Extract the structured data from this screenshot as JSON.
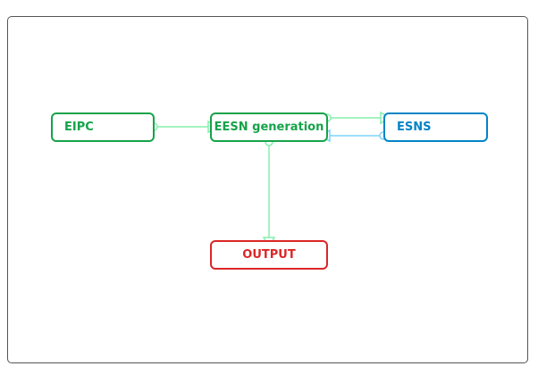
{
  "diagram": {
    "nodes": {
      "eipc": {
        "label": "EIPC",
        "color": "#16a34a"
      },
      "eesn": {
        "label": "EESN generation",
        "color": "#16a34a"
      },
      "esns": {
        "label": "ESNS",
        "color": "#0284c7"
      },
      "output": {
        "label": "OUTPUT",
        "color": "#dc2626"
      }
    },
    "edges": [
      {
        "from": "EIPC",
        "to": "EESN generation",
        "color": "#86efac"
      },
      {
        "from": "EESN generation",
        "to": "ESNS",
        "color": "#86efac"
      },
      {
        "from": "ESNS",
        "to": "EESN generation",
        "color": "#7dd3fc"
      },
      {
        "from": "EESN generation",
        "to": "OUTPUT",
        "color": "#86efac"
      }
    ]
  }
}
